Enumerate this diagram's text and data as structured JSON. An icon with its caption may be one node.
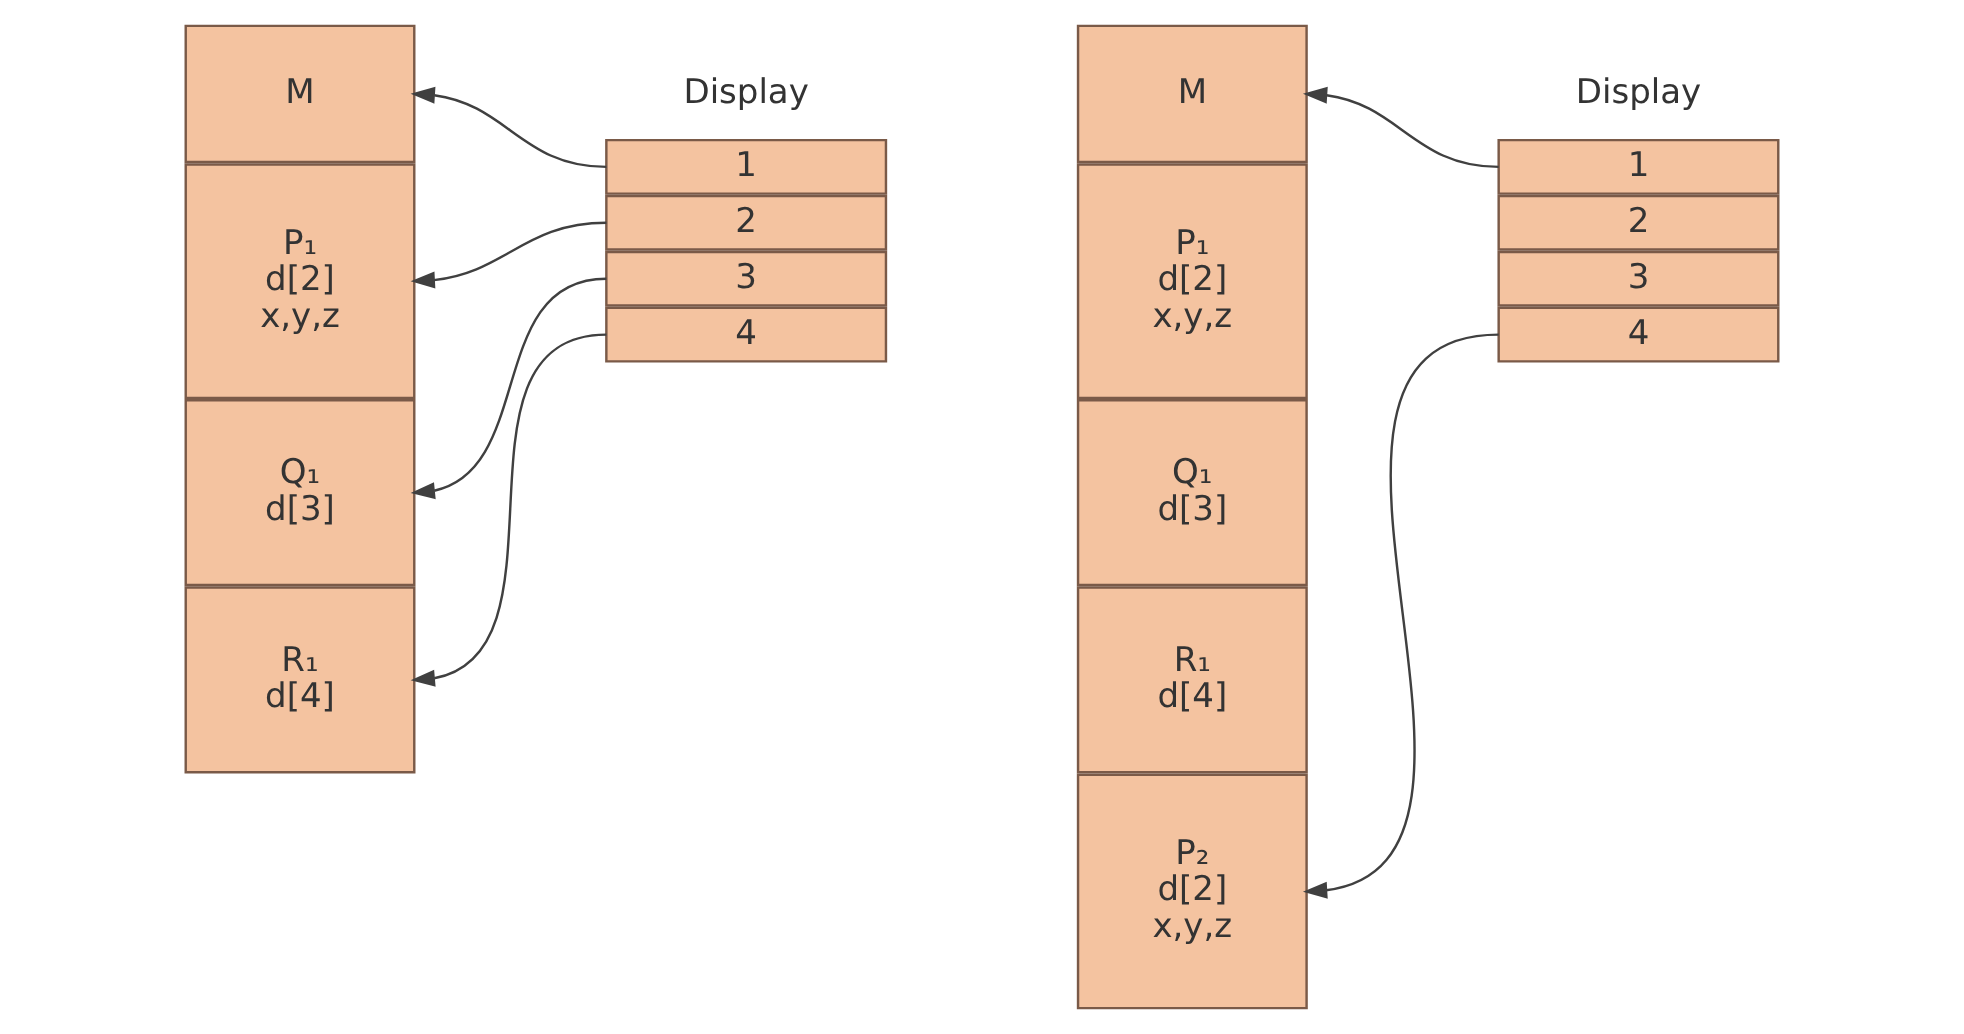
{
  "diagram": {
    "nodes": [
      {
        "text": [
          "M"
        ]
      },
      {
        "text": [
          "P₁",
          "d[2]",
          "x,y,z"
        ]
      },
      {
        "text": [
          "Q₁",
          "d[3]"
        ]
      },
      {
        "text": [
          "R₁",
          "d[4]"
        ]
      },
      {
        "text": [
          "1"
        ]
      },
      {
        "text": [
          "2"
        ]
      },
      {
        "text": [
          "3"
        ]
      },
      {
        "text": [
          "4"
        ]
      },
      {
        "text": [
          "M"
        ]
      },
      {
        "text": [
          "P₁",
          "d[2]",
          "x,y,z"
        ]
      },
      {
        "text": [
          "Q₁",
          "d[3]"
        ]
      },
      {
        "text": [
          "R₁",
          "d[4]"
        ]
      },
      {
        "text": [
          "P₂",
          "d[2]",
          "x,y,z"
        ]
      },
      {
        "text": [
          "1"
        ]
      },
      {
        "text": [
          "2"
        ]
      },
      {
        "text": [
          "3"
        ]
      },
      {
        "text": [
          "4"
        ]
      }
    ],
    "edges": [
      {
        "from": 4,
        "to": 0,
        "arrow": "to"
      },
      {
        "from": 5,
        "to": 1,
        "arrow": "to"
      },
      {
        "from": 6,
        "to": 2,
        "arrow": "to"
      },
      {
        "from": 7,
        "to": 3,
        "arrow": "to"
      },
      {
        "from": 13,
        "to": 8,
        "arrow": "to"
      },
      {
        "from": 16,
        "to": 12,
        "arrow": "to"
      }
    ],
    "labels": [
      "Display",
      "Display"
    ]
  }
}
